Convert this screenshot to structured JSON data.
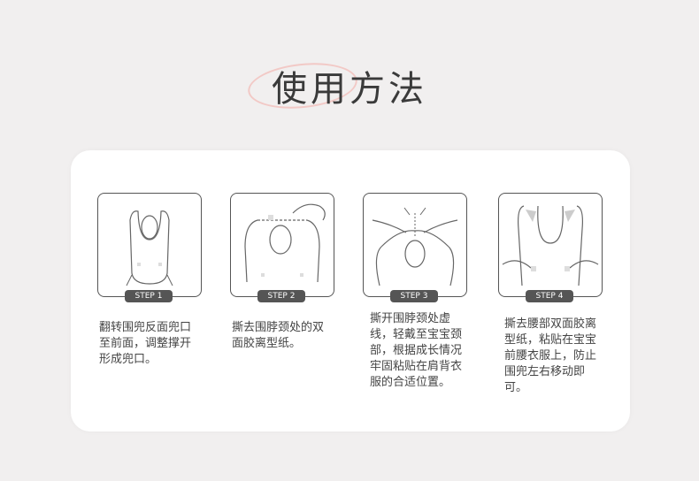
{
  "title": "使用方法",
  "steps": [
    {
      "label": "STEP 1",
      "text": "翻转围兜反面兜口至前面，调整撑开形成兜口。"
    },
    {
      "label": "STEP 2",
      "text": "撕去围脖颈处的双面胶离型纸。"
    },
    {
      "label": "STEP 3",
      "text": "撕开围脖颈处虚线，轻戴至宝宝颈部，根据成长情况牢固粘贴在肩背衣服的合适位置。"
    },
    {
      "label": "STEP 4",
      "text": "撕去腰部双面胶离型纸，粘贴在宝宝前腰衣服上，防止围兜左右移动即可。"
    }
  ]
}
